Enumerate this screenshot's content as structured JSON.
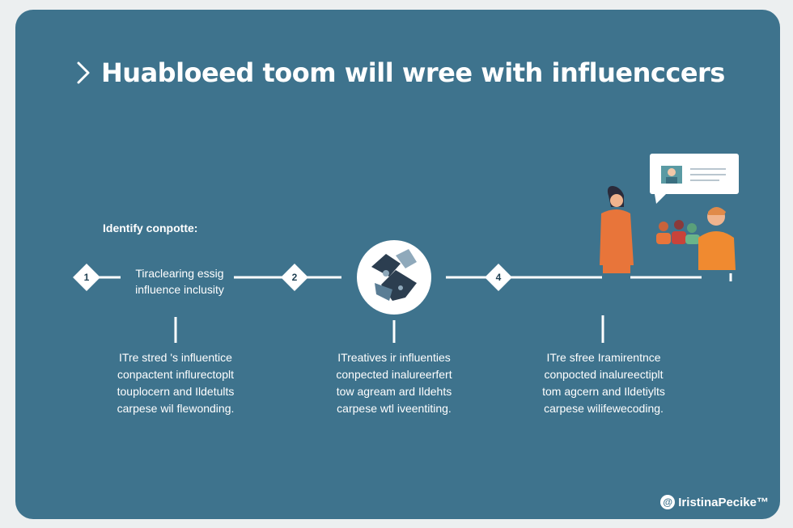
{
  "title": "Huabloeed toom will wree with influenccers",
  "section_label": "Identify conpotte:",
  "steps": [
    {
      "number": "1",
      "label_line1": "Tiraclearing essig",
      "label_line2": "influence inclusity"
    },
    {
      "number": "2"
    },
    {
      "number": "4"
    }
  ],
  "descriptions": [
    {
      "lines": [
        "ITre stred 's influentice",
        "conpactent influrectoplt",
        "touplocern and Ildetults",
        "carpese wil flewonding."
      ]
    },
    {
      "lines": [
        "ITreatives ir influenties",
        "conpected inalureerfert",
        "tow agream ard Ildehts",
        "carpese wtl iveentiting."
      ]
    },
    {
      "lines": [
        "ITre sfree Iramirentnce",
        "conpocted inalureectiplt",
        "tom agcern and Ildetiylts",
        "carpese wilifewecoding."
      ]
    }
  ],
  "icons": {
    "title": "chevron-right-icon",
    "center": "handshake-icon",
    "people": "people-group-icon",
    "chat": "video-chat-bubble-icon"
  },
  "watermark": "IristinaPecike™",
  "colors": {
    "background": "#3e738d",
    "text": "#ffffff",
    "orange": "#e8753a",
    "dark": "#1e3f52"
  }
}
